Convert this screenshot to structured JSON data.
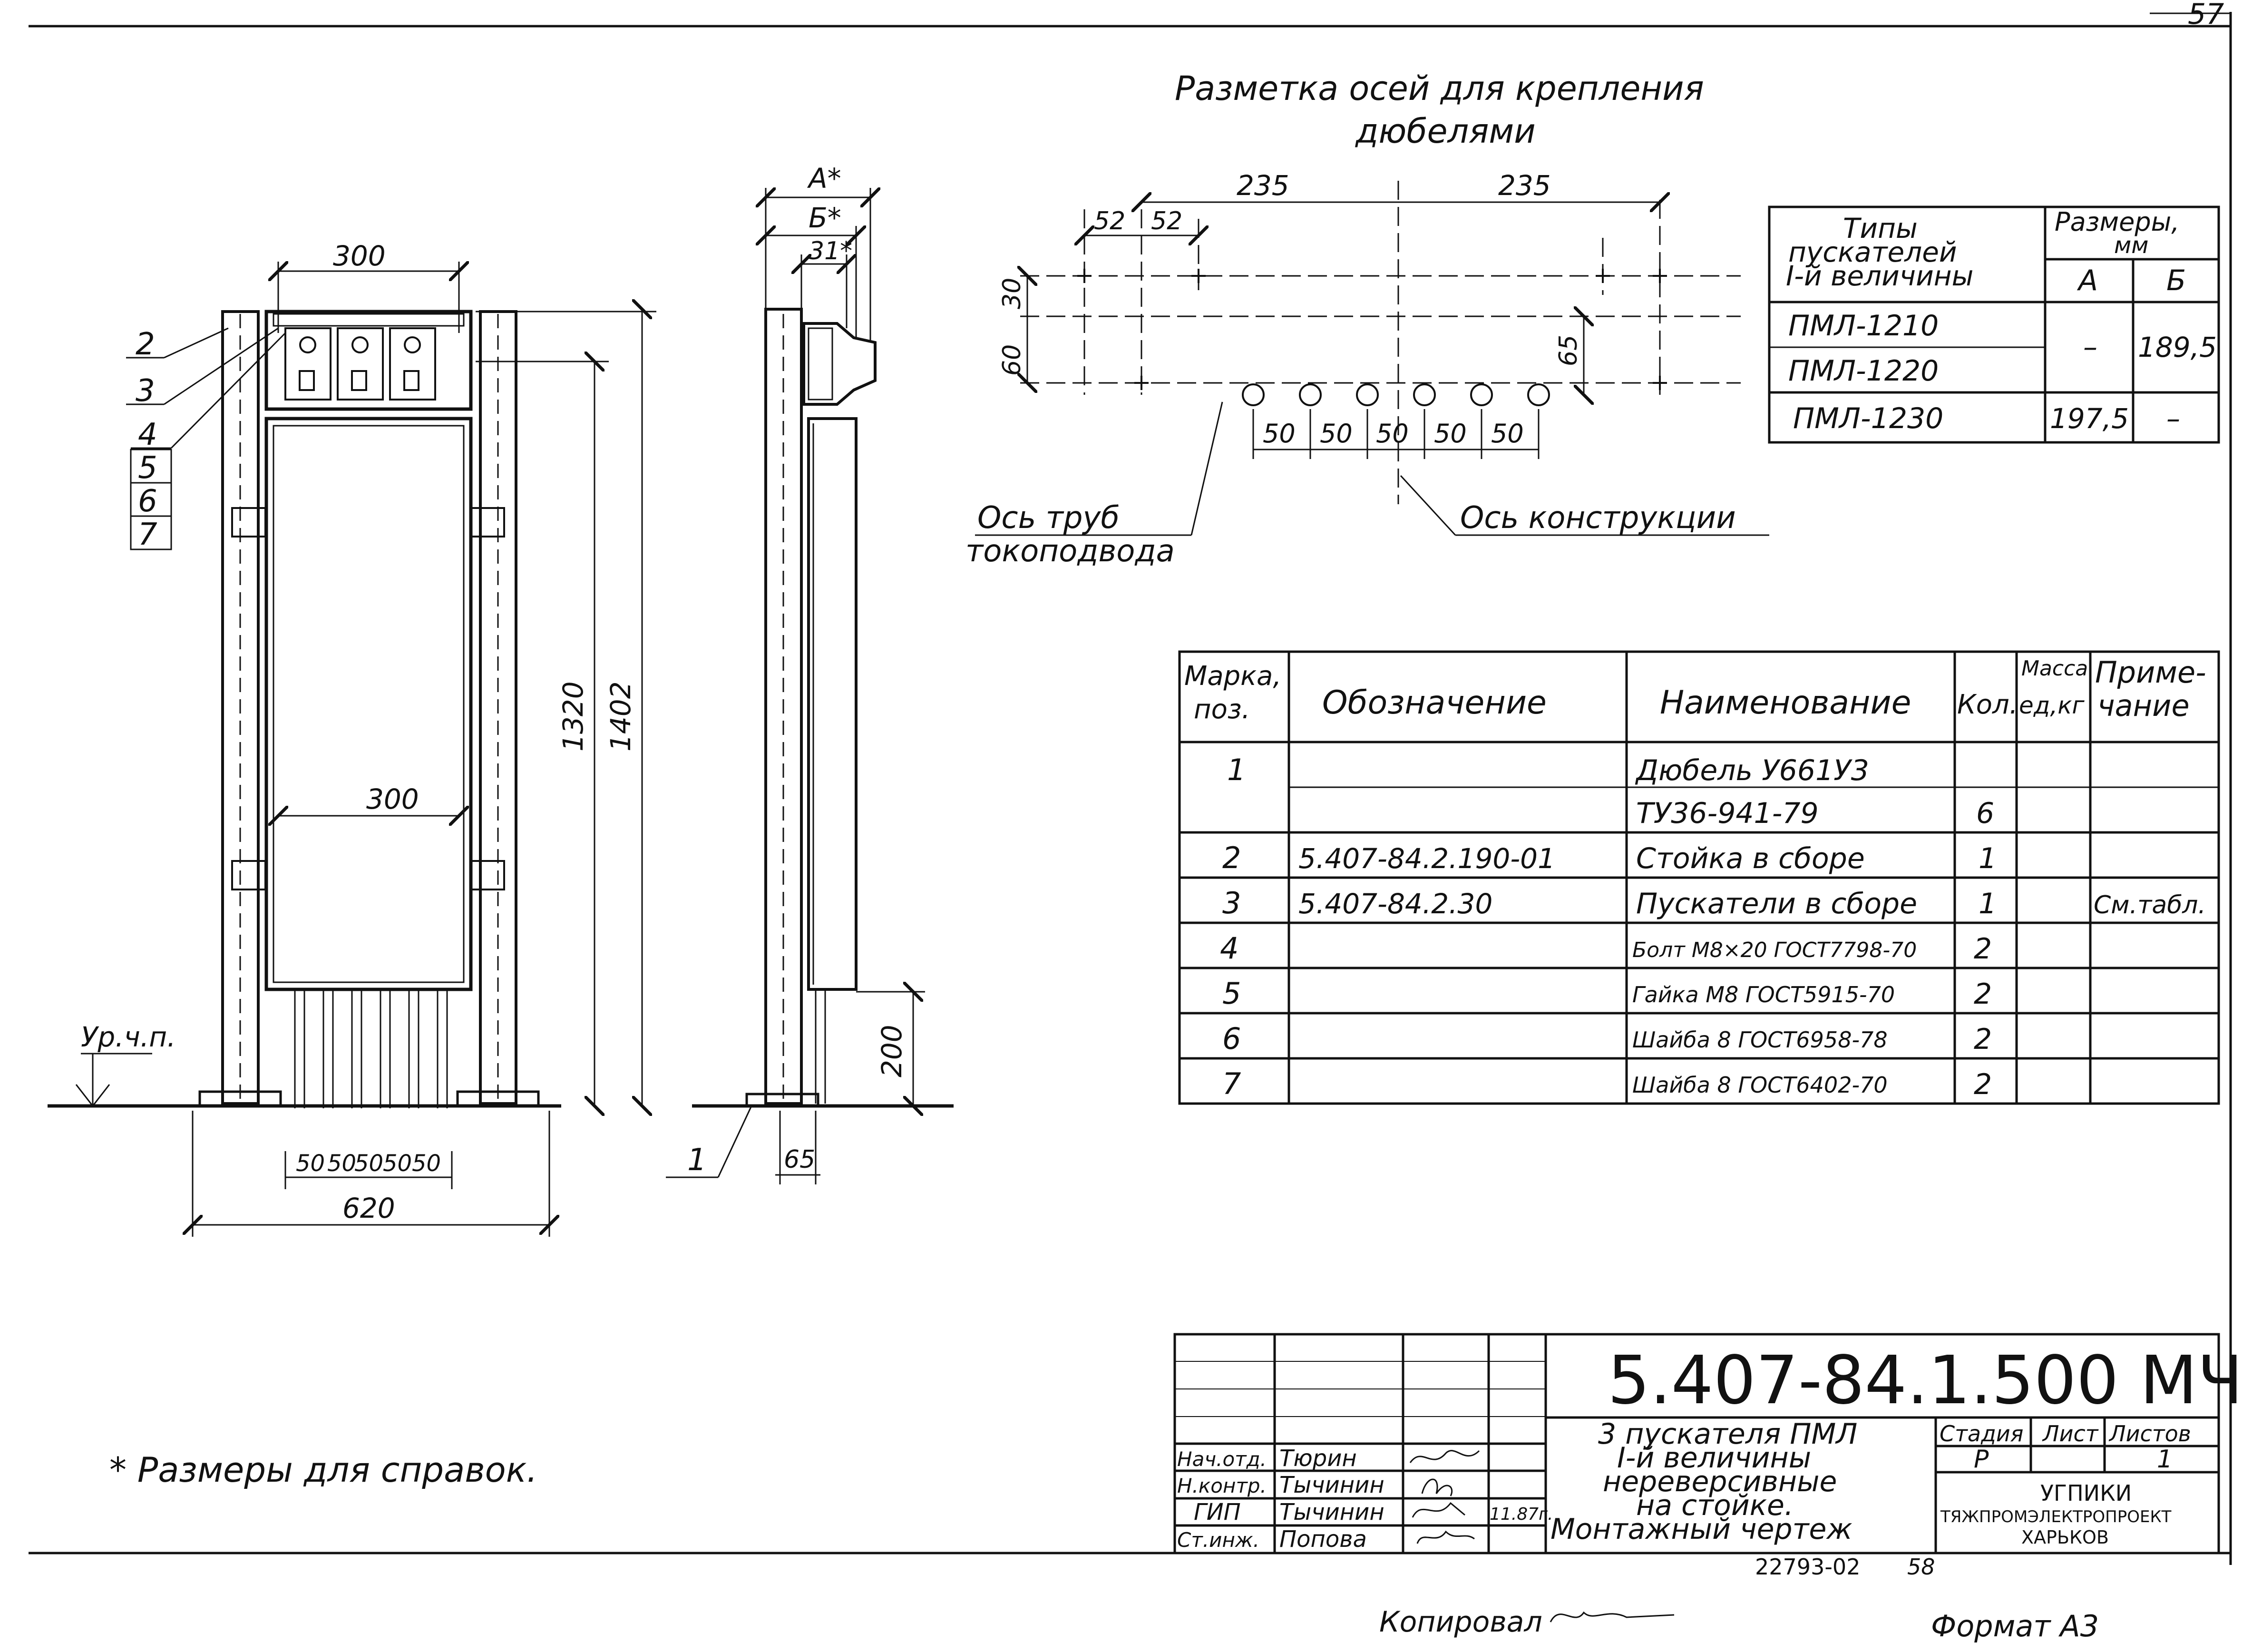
{
  "page_number": "57",
  "front_view": {
    "dim_top": "300",
    "dim_mid": "300",
    "dim_bottom": "620",
    "dim_pitch": [
      "50",
      "50",
      "50",
      "50",
      "50"
    ],
    "dim_h1": "1320",
    "dim_h2": "1402",
    "callouts": [
      "2",
      "3",
      "4",
      "5",
      "6",
      "7"
    ],
    "floor_label": "Ур.ч.п."
  },
  "side_view": {
    "dim_a": "А*",
    "dim_b": "Б*",
    "dim_31": "31*",
    "dim_200": "200",
    "dim_65": "65",
    "callout_1": "1"
  },
  "axes_marking": {
    "title_line1": "Разметка осей для крепления",
    "title_line2": "дюбелями",
    "dim_235_left": "235",
    "dim_235_right": "235",
    "dim_52_a": "52",
    "dim_52_b": "52",
    "dim_30": "30",
    "dim_60": "60",
    "dim_65": "65",
    "dim_50": [
      "50",
      "50",
      "50",
      "50",
      "50"
    ],
    "pipe_axis_line1": "Ось труб",
    "pipe_axis_line2": "токоподвода",
    "construction_axis": "Ось конструкции"
  },
  "sizes_table": {
    "header_types": [
      "Типы",
      "пускателей",
      "I-й величины"
    ],
    "header_sizes": [
      "Размеры,",
      "мм"
    ],
    "col_a": "А",
    "col_b": "Б",
    "rows": [
      {
        "type": "ПМЛ-1210"
      },
      {
        "type": "ПМЛ-1220"
      },
      {
        "type": "ПМЛ-1230",
        "a": "197,5",
        "b": "–"
      }
    ],
    "merged_a": "–",
    "merged_b": "189,5"
  },
  "spec_table": {
    "headers": {
      "mark": [
        "Марка,",
        "поз."
      ],
      "designation": "Обозначение",
      "name": "Наименование",
      "qty": "Кол.",
      "mass": [
        "Масса",
        "ед,кг"
      ],
      "note": [
        "Приме-",
        "чание"
      ]
    },
    "rows": [
      {
        "mark": "1",
        "designation": "",
        "name": "Дюбель У661У3",
        "qty": "",
        "note": ""
      },
      {
        "mark": "",
        "designation": "",
        "name": "ТУ36-941-79",
        "qty": "6",
        "note": ""
      },
      {
        "mark": "2",
        "designation": "5.407-84.2.190-01",
        "name": "Стойка в сборе",
        "qty": "1",
        "note": ""
      },
      {
        "mark": "3",
        "designation": "5.407-84.2.30",
        "name": "Пускатели в сборе",
        "qty": "1",
        "note": "См.табл."
      },
      {
        "mark": "4",
        "designation": "",
        "name": "Болт М8×20 ГОСТ7798-70",
        "qty": "2",
        "note": ""
      },
      {
        "mark": "5",
        "designation": "",
        "name": "Гайка М8 ГОСТ5915-70",
        "qty": "2",
        "note": ""
      },
      {
        "mark": "6",
        "designation": "",
        "name": "Шайба 8 ГОСТ6958-78",
        "qty": "2",
        "note": ""
      },
      {
        "mark": "7",
        "designation": "",
        "name": "Шайба 8 ГОСТ6402-70",
        "qty": "2",
        "note": ""
      }
    ]
  },
  "footnote": "* Размеры для справок.",
  "title_block": {
    "doc_code": "5.407-84.1.500 МЧ",
    "title_lines": [
      "3 пускателя ПМЛ",
      "I-й величины",
      "нереверсивные",
      "на стойке.",
      "Монтажный чертеж"
    ],
    "staff": [
      {
        "role": "Нач.отд.",
        "name": "Тюрин"
      },
      {
        "role": "Н.контр.",
        "name": "Тычинин"
      },
      {
        "role": "ГИП",
        "name": "Тычинин"
      },
      {
        "role": "Ст.инж.",
        "name": "Попова"
      }
    ],
    "date": "11.87г.",
    "stage_label": "Стадия",
    "sheet_label": "Лист",
    "sheets_label": "Листов",
    "stage": "Р",
    "sheets_total": "1",
    "org_lines": [
      "УГПИКИ",
      "ТЯЖПРОМЭЛЕКТРОПРОЕКТ",
      "ХАРЬКОВ"
    ]
  },
  "bottom": {
    "inventory": "22793-02",
    "inventory_page": "58",
    "copied": "Копировал",
    "format": "Формат А3"
  }
}
